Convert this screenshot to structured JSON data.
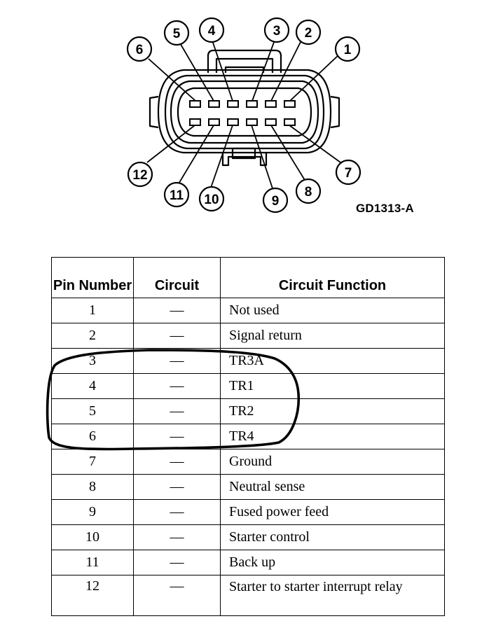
{
  "figure_id": "GD1313-A",
  "pin_callouts": [
    "1",
    "2",
    "3",
    "4",
    "5",
    "6",
    "7",
    "8",
    "9",
    "10",
    "11",
    "12"
  ],
  "table": {
    "headers": {
      "pin": "Pin Number",
      "circuit": "Circuit",
      "function": "Circuit Function"
    },
    "rows": [
      {
        "pin": "1",
        "circuit": "—",
        "function": "Not used"
      },
      {
        "pin": "2",
        "circuit": "—",
        "function": "Signal return"
      },
      {
        "pin": "3",
        "circuit": "—",
        "function": "TR3A"
      },
      {
        "pin": "4",
        "circuit": "—",
        "function": "TR1"
      },
      {
        "pin": "5",
        "circuit": "—",
        "function": "TR2"
      },
      {
        "pin": "6",
        "circuit": "—",
        "function": "TR4"
      },
      {
        "pin": "7",
        "circuit": "—",
        "function": "Ground"
      },
      {
        "pin": "8",
        "circuit": "—",
        "function": "Neutral sense"
      },
      {
        "pin": "9",
        "circuit": "—",
        "function": "Fused power feed"
      },
      {
        "pin": "10",
        "circuit": "—",
        "function": "Starter control"
      },
      {
        "pin": "11",
        "circuit": "—",
        "function": "Back up"
      },
      {
        "pin": "12",
        "circuit": "—",
        "function": "Starter to starter interrupt relay"
      }
    ]
  },
  "colors": {
    "ink": "#000000",
    "paper": "#ffffff"
  }
}
